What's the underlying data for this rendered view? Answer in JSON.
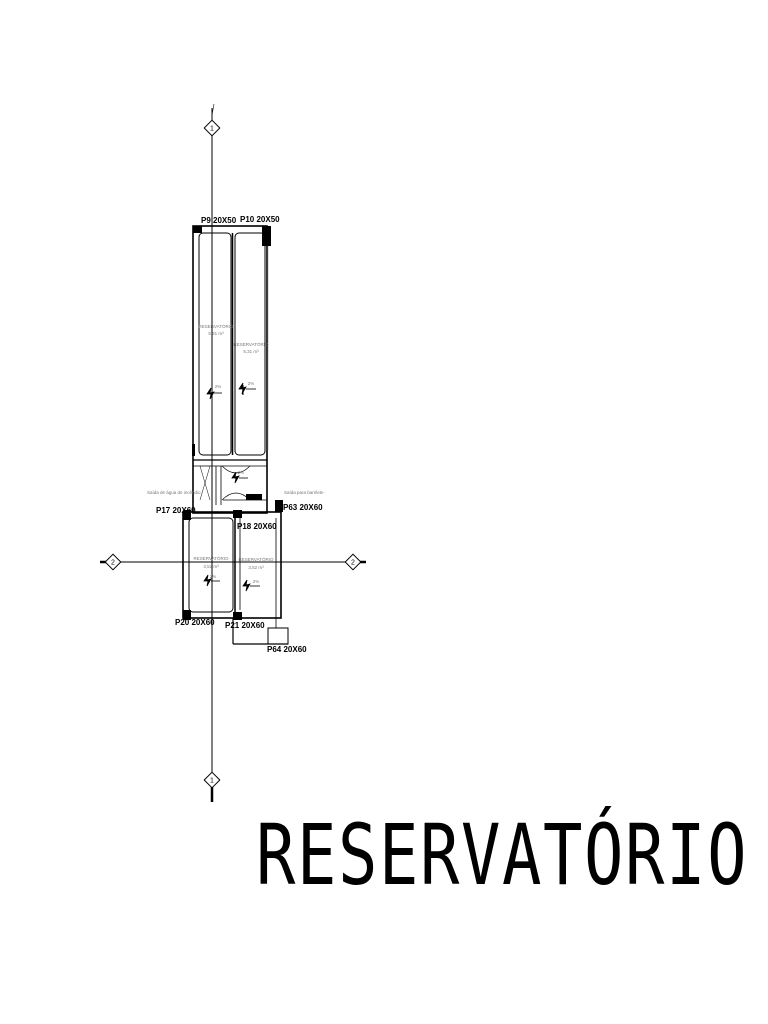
{
  "title": "RESERVATÓRIO",
  "axes": {
    "vertical": "1",
    "horizontal": "2"
  },
  "pillars": {
    "p9": "P9 20X50",
    "p10": "P10 20X50",
    "p17": "P17 20X60",
    "p18": "P18 20X60",
    "p20": "P20 20X60",
    "p21": "P21 20X60",
    "p63": "P63 20X60",
    "p64": "P64 20X60"
  },
  "reservoirs": {
    "upper_left": {
      "name": "RESERVATÓRIO",
      "volume": "5,31 m³",
      "slope": "2%"
    },
    "upper_right": {
      "name": "RESERVATÓRIO",
      "volume": "5,31 m³",
      "slope": "2%"
    },
    "lower_left": {
      "name": "RESERVATÓRIO",
      "volume": "3,52 m³",
      "slope": "2%"
    },
    "lower_right": {
      "name": "RESERVATÓRIO",
      "volume": "3,52 m³",
      "slope": "2%"
    }
  },
  "middle_slope": "2%",
  "notes": {
    "left": "Saída de água de incêndio",
    "right": "Saída para barrilete"
  }
}
